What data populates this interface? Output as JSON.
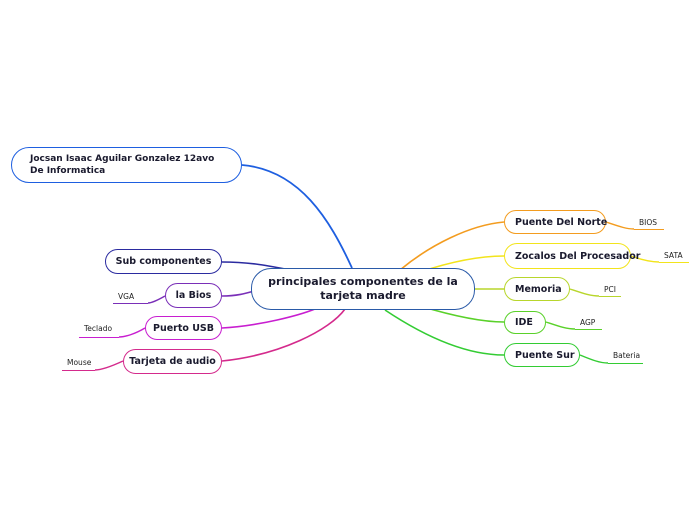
{
  "center": {
    "label": "principales componentes de la tarjeta madre"
  },
  "author": {
    "label": "Jocsan Isaac Aguilar Gonzalez 12avo De Informatica"
  },
  "left_nodes": [
    {
      "label": "Sub componentes",
      "leaf": "",
      "color": "#2b2ba0"
    },
    {
      "label": "la Bios",
      "leaf": "VGA",
      "color": "#7a2fb8"
    },
    {
      "label": "Puerto USB",
      "leaf": "Teclado",
      "color": "#c81ed0"
    },
    {
      "label": "Tarjeta de audio",
      "leaf": "Mouse",
      "color": "#d42a8c"
    }
  ],
  "right_nodes": [
    {
      "label": "Puente Del Norte",
      "leaf": "BIOS",
      "color": "#f39c1f"
    },
    {
      "label": "Zocalos Del Procesador",
      "leaf": "SATA",
      "color": "#f2e41c"
    },
    {
      "label": "Memoria",
      "leaf": "PCI",
      "color": "#b8d62c"
    },
    {
      "label": "IDE",
      "leaf": "AGP",
      "color": "#5ad12a"
    },
    {
      "label": "Puente Sur",
      "leaf": "Bateria",
      "color": "#33cc33"
    }
  ],
  "colors": {
    "center_border": "#2a5aa8",
    "author_border": "#1e5fe0"
  }
}
